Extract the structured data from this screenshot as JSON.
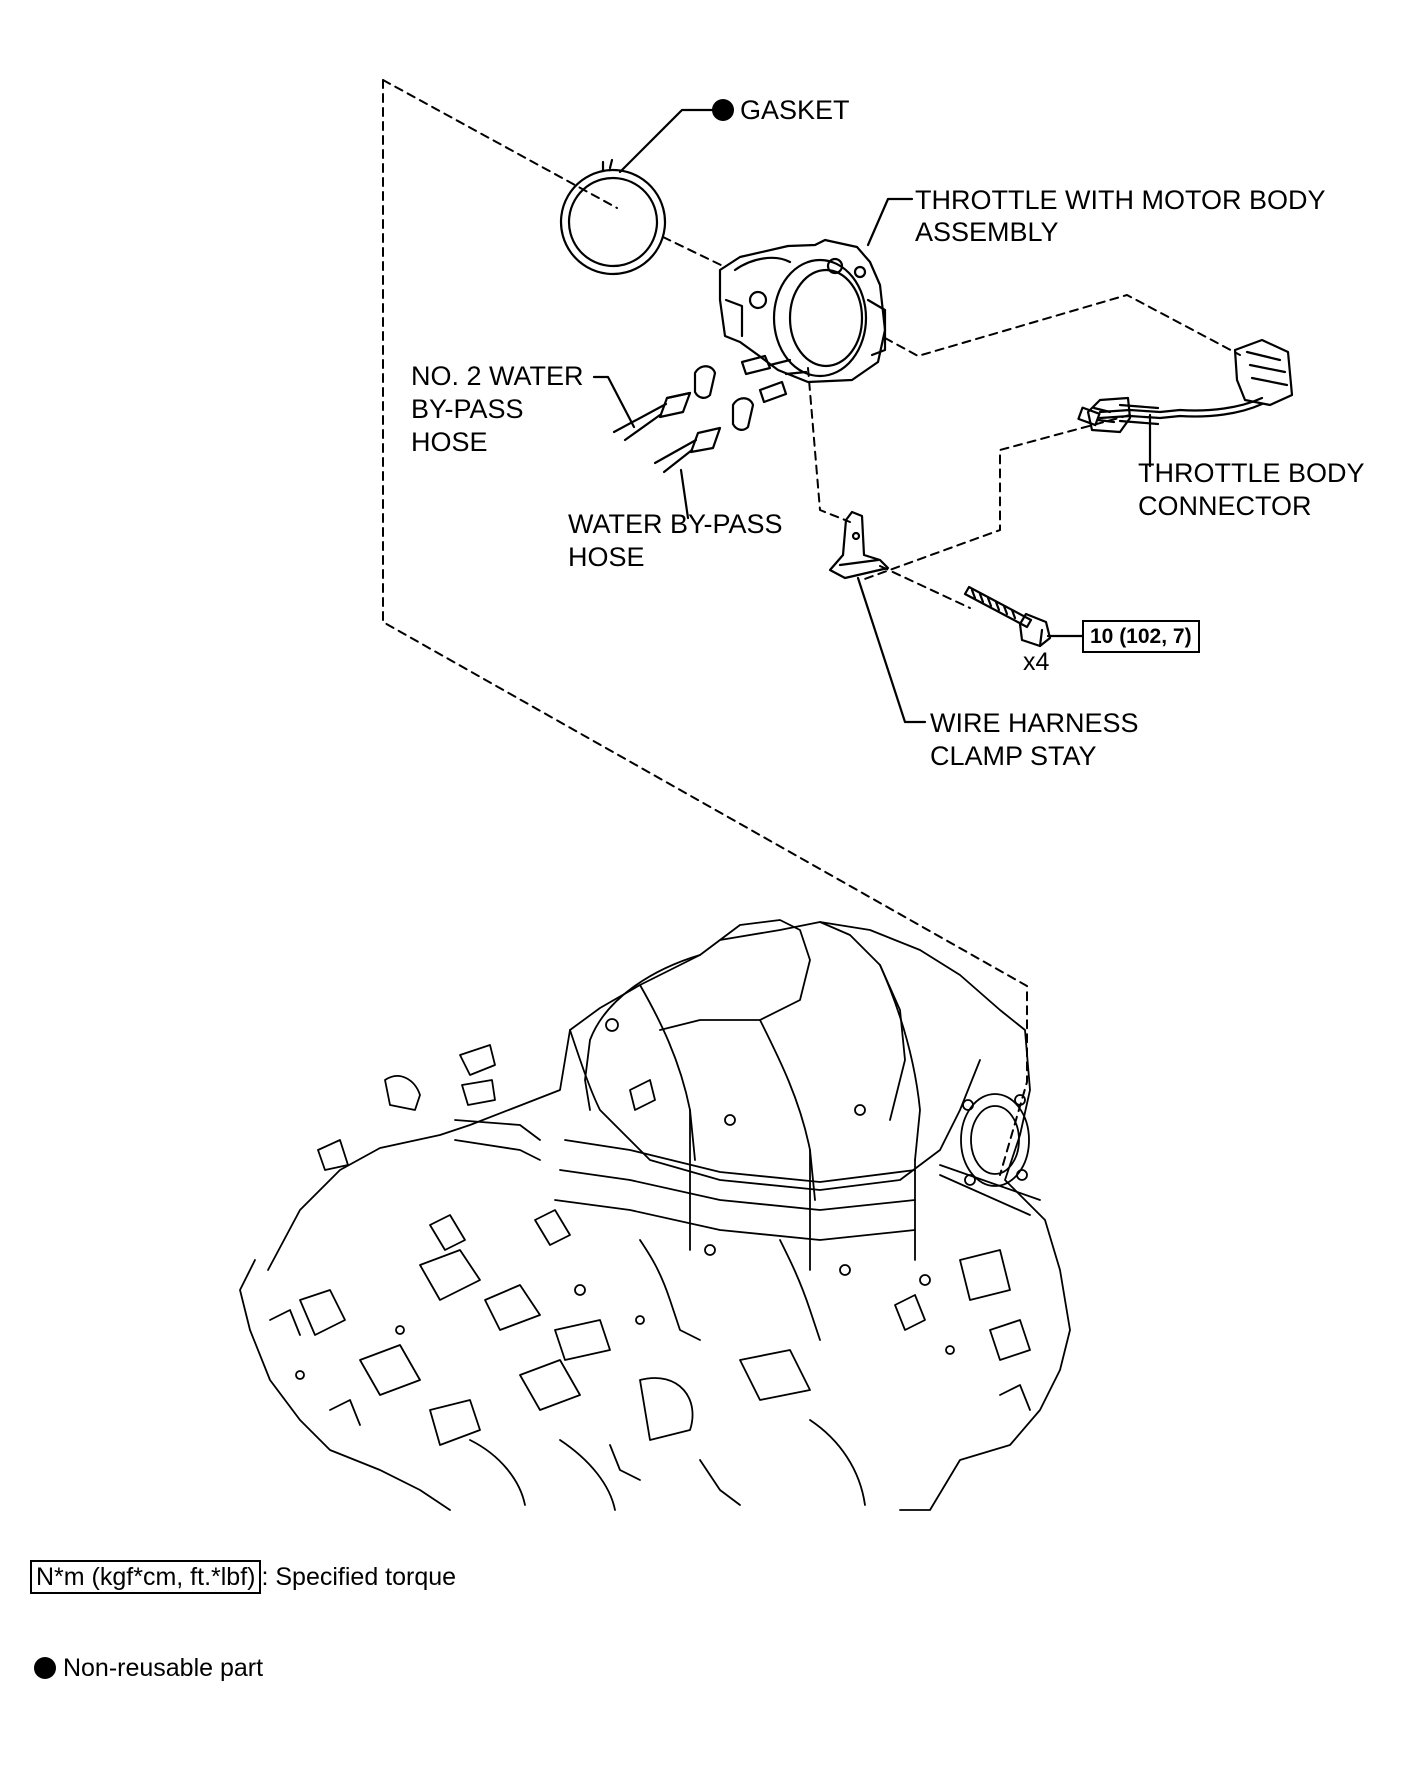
{
  "labels": {
    "gasket": "GASKET",
    "throttle_line1": "THROTTLE WITH MOTOR BODY",
    "throttle_line2": "ASSEMBLY",
    "no2_hose_line1": "NO. 2 WATER",
    "no2_hose_line2": "BY-PASS",
    "no2_hose_line3": "HOSE",
    "water_hose_line1": "WATER BY-PASS",
    "water_hose_line2": "HOSE",
    "connector_line1": "THROTTLE BODY",
    "connector_line2": "CONNECTOR",
    "clamp_line1": "WIRE HARNESS",
    "clamp_line2": "CLAMP STAY",
    "torque": "10 (102, 7)",
    "quantity": "x4"
  },
  "legend": {
    "torque_unit": "N*m (kgf*cm, ft.*lbf)",
    "torque_text": ": Specified torque",
    "nonreusable_text": "Non-reusable part"
  },
  "colors": {
    "ink": "#000000",
    "background": "#ffffff"
  }
}
